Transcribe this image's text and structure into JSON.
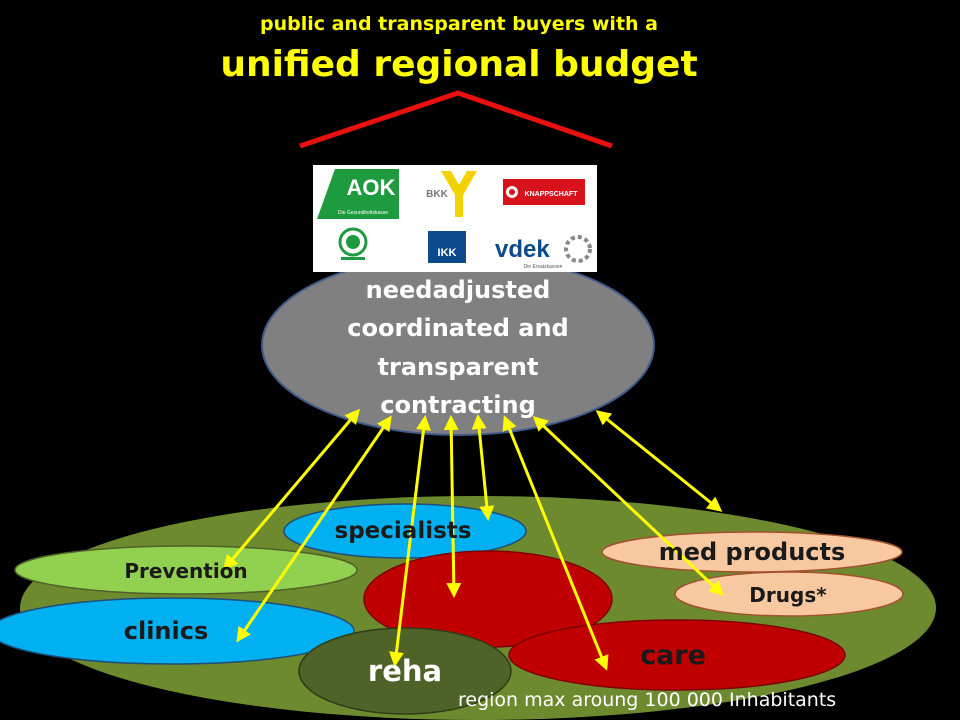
{
  "header": {
    "subtitle": "public and transparent buyers with a",
    "title": "unified regional budget"
  },
  "logos": {
    "aok": "AOK",
    "aok_tagline": "Die Gesundheitskasse",
    "bkk": "BKK",
    "knappschaft": "KNAPPSCHAFT",
    "ikk": "IKK",
    "vdek": "vdek",
    "vdek_tagline": "Die Ersatzkassen"
  },
  "center": {
    "lines": [
      "needadjusted",
      "coordinated and",
      "transparent",
      "contracting"
    ]
  },
  "sectors": {
    "specialists": "specialists",
    "prevention": "Prevention",
    "clinics": "clinics",
    "med_products": "med products",
    "drugs": "Drugs*",
    "reha": "reha",
    "care": "care"
  },
  "footer": {
    "region": "region max aroung 100 000 Inhabitants"
  },
  "colors": {
    "title": "#ffff00",
    "roof": "#e8110f",
    "arrow": "#ffff00",
    "region": "#6e8a2e",
    "contracting": "#808080",
    "blue": "#00b0f0",
    "green": "#92d050",
    "red": "#c00000",
    "peach": "#f8c8a0",
    "dark_green": "#4f6228"
  }
}
